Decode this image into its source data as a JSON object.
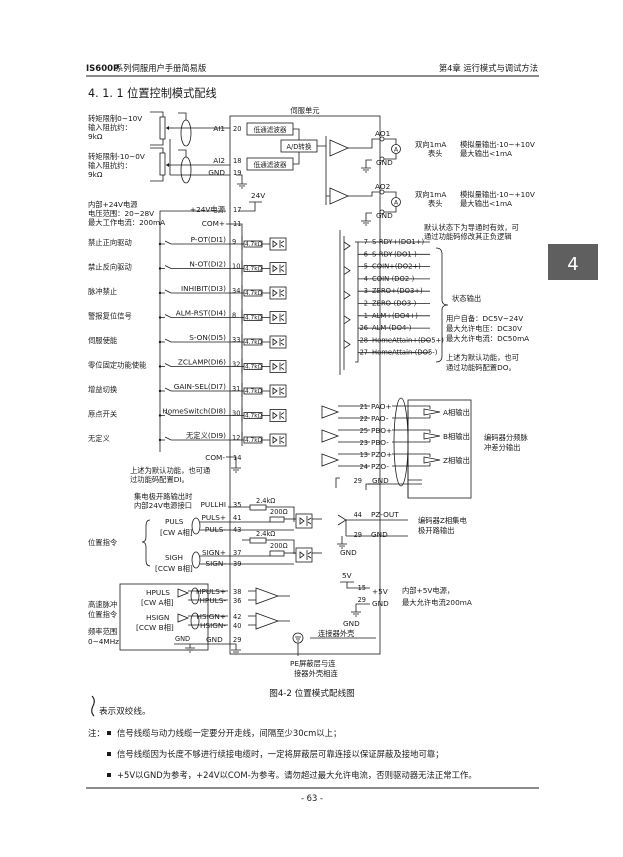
{
  "header": {
    "left_bold": "IS600P",
    "left_rest": "系列伺服用户手册简易版",
    "right": "第4章  运行模式与调试方法"
  },
  "section_title": "4. 1. 1  位置控制模式配线",
  "chapter_tab": "4",
  "diagram": {
    "unit_label": "伺服单元",
    "left_in": [
      {
        "l1": "转矩限制0~10V",
        "l2": "输入阻抗约：",
        "l3": "9kΩ"
      },
      {
        "l1": "转矩限制-10~0V",
        "l2": "输入阻抗约：",
        "l3": "9kΩ"
      }
    ],
    "ai_pins": [
      {
        "name": "AI1",
        "num": "20",
        "filter": "低通滤波器"
      },
      {
        "name": "AI2",
        "num": "18",
        "filter": "低通滤波器"
      },
      {
        "name": "GND",
        "num": "19"
      }
    ],
    "ad_label": "A/D转换",
    "ao": [
      {
        "name": "AO1",
        "meter_label": "双向1mA",
        "meter_label2": "表头",
        "note1": "模拟量输出-10~+10V",
        "note2": "最大输出<1mA"
      },
      {
        "name": "AO2",
        "meter_label": "双向1mA",
        "meter_label2": "表头",
        "note1": "模拟量输出-10~+10V",
        "note2": "最大输出<1mA"
      }
    ],
    "ao_gnd": "GND",
    "supply_note": {
      "l1": "内部+24V电源",
      "l2": "电压范围：20~28V",
      "l3": "最大工作电流：200mA"
    },
    "v24": "24V",
    "plus24": {
      "name": "+24V电源",
      "num": "17"
    },
    "com_plus": {
      "name": "COM+",
      "num": "11"
    },
    "resistor": "4.7kΩ",
    "di": [
      {
        "func": "禁止正向驱动",
        "name": "P-OT(DI1)",
        "num": "9"
      },
      {
        "func": "禁止反向驱动",
        "name": "N-OT(DI2)",
        "num": "10"
      },
      {
        "func": "脉冲禁止",
        "name": "INHIBIT(DI3)",
        "num": "34"
      },
      {
        "func": "警报复位信号",
        "name": "ALM-RST(DI4)",
        "num": "8"
      },
      {
        "func": "伺服使能",
        "name": "S-ON(DI5)",
        "num": "33"
      },
      {
        "func": "零位固定功能使能",
        "name": "ZCLAMP(DI6)",
        "num": "32"
      },
      {
        "func": "增益切换",
        "name": "GAIN-SEL(DI7)",
        "num": "31"
      },
      {
        "func": "原点开关",
        "name": "HomeSwitch(DI8)",
        "num": "30"
      },
      {
        "func": "无定义",
        "name": "无定义(DI9)",
        "num": "12"
      }
    ],
    "com_minus": {
      "name": "COM-",
      "num": "14"
    },
    "di_note": {
      "l1": "上述为默认功能，也可通",
      "l2": "过功能码配置DI。"
    },
    "do_top_note": {
      "l1": "默认状态下为导通时有效，可",
      "l2": "通过功能码修改其正负逻辑"
    },
    "do": [
      {
        "num": "7",
        "name": "S-RDY+(DO1+)"
      },
      {
        "num": "6",
        "name": "S-RDY-(DO1-)"
      },
      {
        "num": "5",
        "name": "COIN+(DO2+)"
      },
      {
        "num": "4",
        "name": "COIN-(DO2-)"
      },
      {
        "num": "3",
        "name": "ZERO+(DO3+)"
      },
      {
        "num": "2",
        "name": "ZERO-(DO3-)"
      },
      {
        "num": "1",
        "name": "ALM+(DO4+)"
      },
      {
        "num": "26",
        "name": "ALM-(DO4-)"
      },
      {
        "num": "28",
        "name": "HomeAttain+(DO5+)"
      },
      {
        "num": "27",
        "name": "HomeAttain-(DO5-)"
      }
    ],
    "do_status": "状态输出",
    "do_power": {
      "l1": "用户自备：DC5V~24V",
      "l2": "最大允许电压：DC30V",
      "l3": "最大允许电流：DC50mA"
    },
    "do_note": {
      "l1": "上述为默认功能，也可",
      "l2": "通过功能码配置DO。"
    },
    "enc": [
      {
        "num": "21",
        "name": "PAO+"
      },
      {
        "num": "22",
        "name": "PAO-"
      },
      {
        "num": "25",
        "name": "PBO+"
      },
      {
        "num": "23",
        "name": "PBO-"
      },
      {
        "num": "13",
        "name": "PZO+"
      },
      {
        "num": "24",
        "name": "PZO-"
      }
    ],
    "enc_phase": [
      "A相输出",
      "B相输出",
      "Z相输出"
    ],
    "enc_note": {
      "l1": "编码器分频脉",
      "l2": "冲差分输出"
    },
    "enc_gnd": {
      "num": "29",
      "name": "GND"
    },
    "pz_out": {
      "num": "44",
      "name": "PZ-OUT"
    },
    "pz_gnd": {
      "num": "29",
      "name": "GND"
    },
    "pz_note": {
      "l1": "编码器Z相集电",
      "l2": "极开路输出"
    },
    "gnd_label": "GND",
    "v5": "5V",
    "p5v": {
      "num": "15",
      "name": "+5V"
    },
    "p5v_gnd": {
      "num": "29",
      "name": "GND"
    },
    "p5v_note": {
      "l1": "内部+5V电源，",
      "l2": "最大允许电流200mA"
    },
    "pullhi_note": {
      "l1": "集电极开路输出时",
      "l2": "内部24V电源接口"
    },
    "pullhi": {
      "name": "PULLHI",
      "num": "35"
    },
    "r24": "2.4kΩ",
    "r200": "200Ω",
    "puls": {
      "l1": "PULS",
      "l2": "[CW A相]"
    },
    "puls_pins": [
      {
        "name": "PULS+",
        "num": "41"
      },
      {
        "name": "PULS-",
        "num": "43"
      }
    ],
    "sign": {
      "l1": "SIGH",
      "l2": "[CCW B相]"
    },
    "sign_pins": [
      {
        "name": "SIGN+",
        "num": "37"
      },
      {
        "name": "SIGN-",
        "num": "39"
      }
    ],
    "pos_cmd": "位置指令",
    "hpuls": {
      "l1": "HPULS",
      "l2": "[CW A相]"
    },
    "hpuls_pins": [
      {
        "name": "HPULS+",
        "num": "38"
      },
      {
        "name": "HPULS-",
        "num": "36"
      }
    ],
    "hsign": {
      "l1": "HSIGN",
      "l2": "[CCW B相]"
    },
    "hsign_pins": [
      {
        "name": "HSIGN+",
        "num": "42"
      },
      {
        "name": "HSIGN-",
        "num": "40"
      }
    ],
    "hs_note": {
      "l1": "高速脉冲",
      "l2": "位置指令",
      "l3": "频率范围",
      "l4": "0~4MHz"
    },
    "hs_gnd": {
      "name": "GND",
      "num": "29"
    },
    "hs_gnd_left": "GND",
    "shell": "连接器外壳",
    "pe": {
      "l1": "PE屏蔽层与连",
      "l2": "接器外壳相连"
    }
  },
  "figure_caption": "图4-2 位置模式配线图",
  "twisted_note": "表示双绞线。",
  "notes_label": "注：",
  "notes": [
    "信号线缆与动力线缆一定要分开走线，间隔至少30cm以上；",
    "信号线缆因为长度不够进行续接电缆时，一定将屏蔽层可靠连接以保证屏蔽及接地可靠；",
    "+5V以GND为参考，+24V以COM-为参考。请勿超过最大允许电流，否则驱动器无法正常工作。"
  ],
  "page_number": "- 63 -"
}
